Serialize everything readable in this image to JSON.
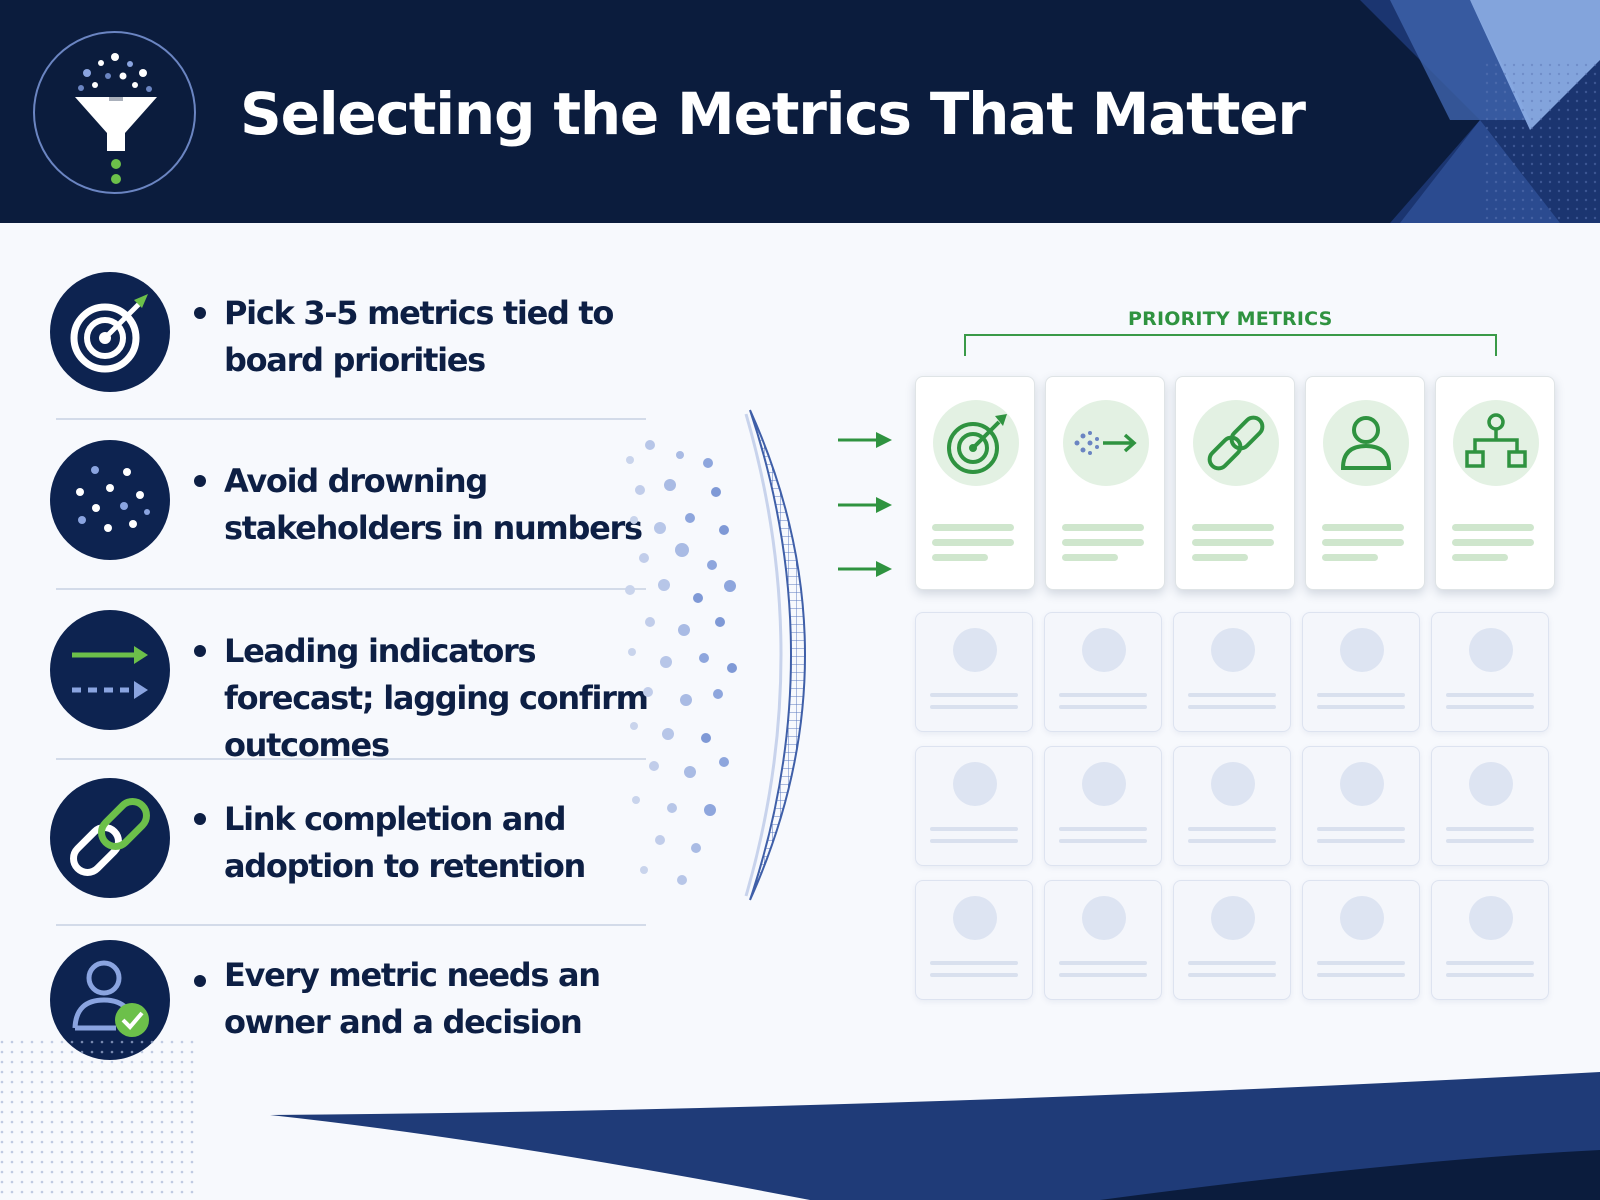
{
  "header": {
    "title": "Selecting the Metrics That Matter",
    "logo_icon": "funnel-icon",
    "background": "#0b1c3d"
  },
  "points": [
    {
      "text": "Pick 3-5 metrics tied to board priorities",
      "icon": "target-icon"
    },
    {
      "text": "Avoid drowning stakeholders in numbers",
      "icon": "scattered-dots-icon"
    },
    {
      "text": "Leading indicators forecast; lagging confirm outcomes",
      "icon": "arrows-icon"
    },
    {
      "text": "Link completion and adoption to retention",
      "icon": "chain-link-icon"
    },
    {
      "text": "Every metric needs an owner and a decision",
      "icon": "user-check-icon"
    }
  ],
  "priority": {
    "label": "PRIORITY METRICS",
    "cards": [
      {
        "icon": "target-icon"
      },
      {
        "icon": "dots-arrow-icon"
      },
      {
        "icon": "chain-link-icon"
      },
      {
        "icon": "user-icon"
      },
      {
        "icon": "hierarchy-icon"
      }
    ]
  },
  "colors": {
    "navy": "#0b1c3d",
    "accent_green": "#2f9340",
    "accent_blue": "#6b85c2",
    "text": "#0d1f44"
  }
}
